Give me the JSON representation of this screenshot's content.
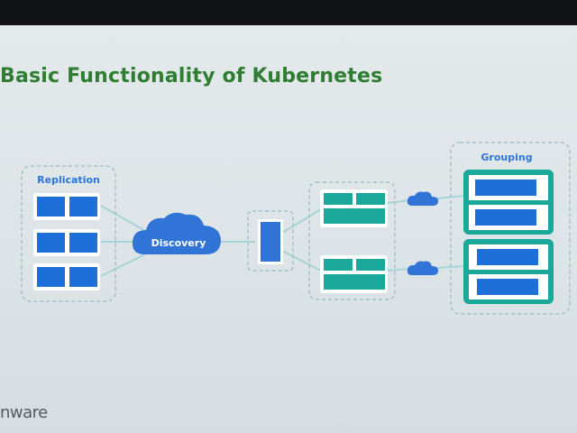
{
  "slide": {
    "title": "Basic Functionality of Kubernetes",
    "logo_text": "nware"
  },
  "diagram": {
    "replication_label": "Replication",
    "discovery_label": "Discovery",
    "grouping_label": "Grouping"
  },
  "colors": {
    "title_green": "#2e7d32",
    "accent_blue": "#2f74d6",
    "teal": "#1aa89a",
    "dashed_border": "#9fc3c9",
    "connector": "#a8d3d6"
  }
}
